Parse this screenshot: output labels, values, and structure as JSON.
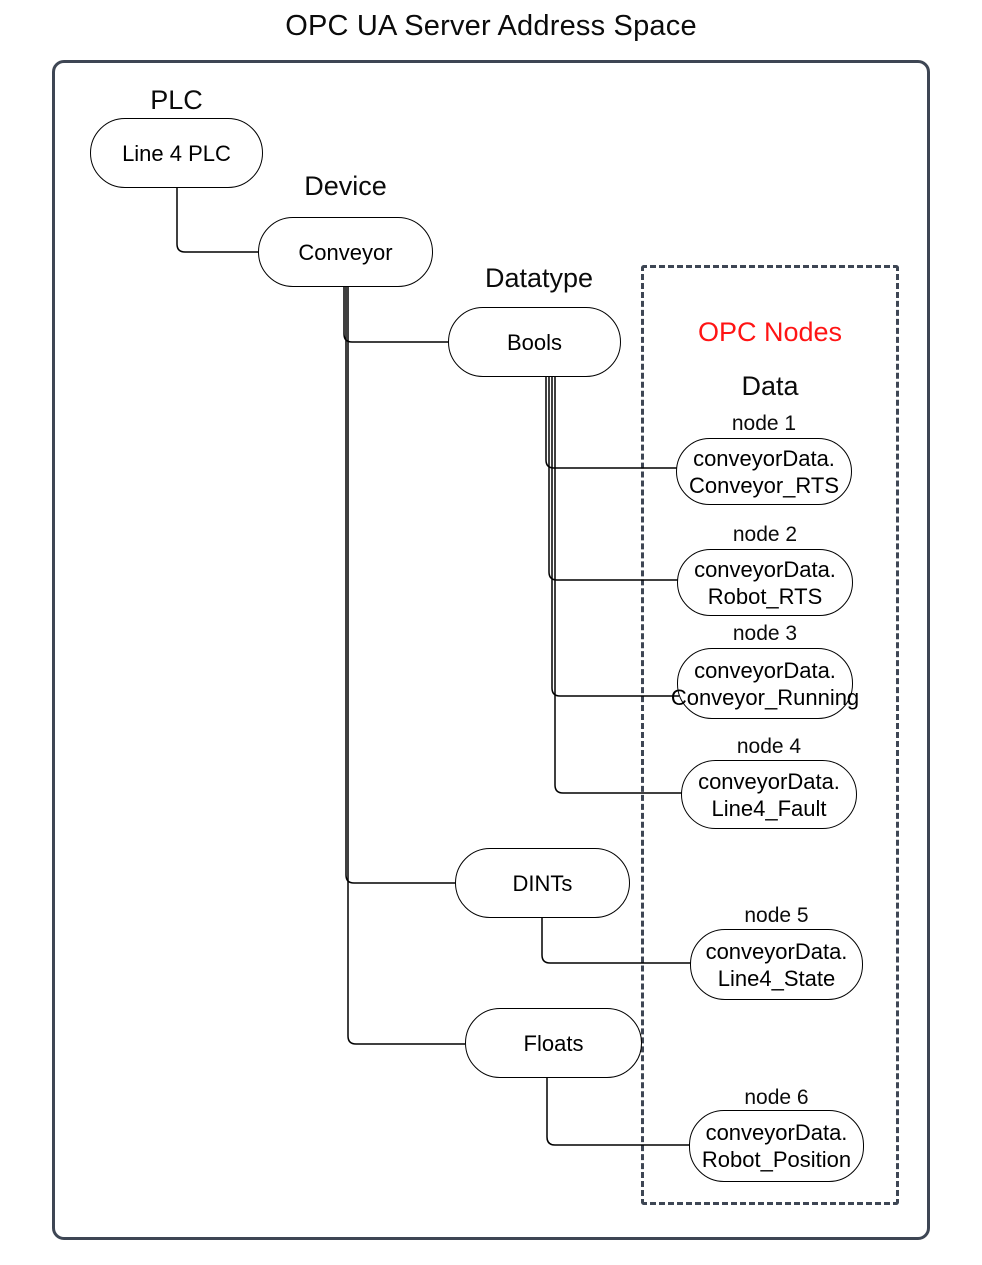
{
  "title": "OPC UA Server Address Space",
  "labels": {
    "plc": "PLC",
    "device": "Device",
    "datatype": "Datatype",
    "opc_nodes": "OPC Nodes",
    "data": "Data"
  },
  "tree_nodes": {
    "plc_node": "Line 4 PLC",
    "device_node": "Conveyor",
    "datatype_bools": "Bools",
    "datatype_dints": "DINTs",
    "datatype_floats": "Floats"
  },
  "opc_nodes": [
    {
      "id": "node 1",
      "line1": "conveyorData.",
      "line2": "Conveyor_RTS"
    },
    {
      "id": "node 2",
      "line1": "conveyorData.",
      "line2": "Robot_RTS"
    },
    {
      "id": "node 3",
      "line1": "conveyorData.",
      "line2": "Conveyor_Running"
    },
    {
      "id": "node 4",
      "line1": "conveyorData.",
      "line2": "Line4_Fault"
    },
    {
      "id": "node 5",
      "line1": "conveyorData.",
      "line2": "Line4_State"
    },
    {
      "id": "node 6",
      "line1": "conveyorData.",
      "line2": "Robot_Position"
    }
  ],
  "colors": {
    "accent_red": "#ff1414",
    "frame": "#3e4654",
    "shape_stroke": "#000000",
    "background": "#ffffff"
  }
}
